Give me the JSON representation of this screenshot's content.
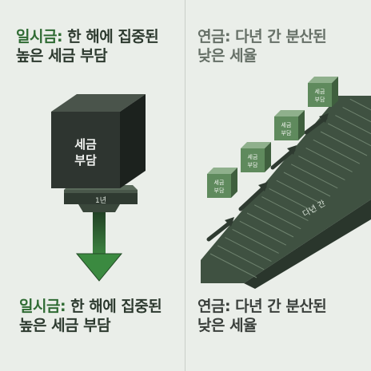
{
  "left": {
    "top_heading": {
      "prefix": "일시금:",
      "line1_rest": " 한 해에 집중된",
      "line2": "높은 세금 부담"
    },
    "bottom_heading": {
      "prefix": "일시금:",
      "line1_rest": " 한 해에 집중된",
      "line2": "높은 세금 부담"
    },
    "cube_label_line1": "세금",
    "cube_label_line2": "부담",
    "base_label": "1년"
  },
  "right": {
    "top_heading": {
      "prefix": "연금:",
      "line1_rest": " 다년 간 분산된",
      "line2": "낮은 세율"
    },
    "bottom_heading": {
      "prefix": "연금:",
      "line1_rest": " 다년 간 분산된",
      "line2": "낮은 세율"
    },
    "box_label_line1": "세금",
    "box_label_line2": "부담",
    "stairs_label": "다년 간"
  },
  "colors": {
    "accent": "#2f6b33",
    "dark": "#2d3a2f",
    "box": "#5f8a5d"
  }
}
